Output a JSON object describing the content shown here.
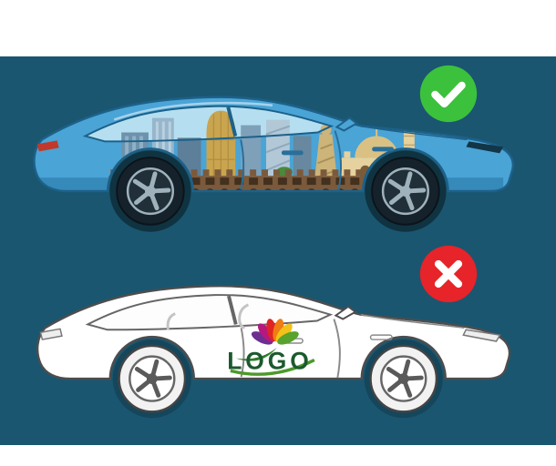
{
  "panel": {
    "background_color": "#1a5670"
  },
  "approved_example": {
    "name": "car-with-full-city-artwork-wrap",
    "status_icon": "check-icon",
    "status_color": "#3cc13c",
    "car_color": "#4aa4d6",
    "car_outline_color": "#1d6189",
    "artwork": "city-skyline-and-fort-wrap"
  },
  "rejected_example": {
    "name": "plain-white-car-with-logo-decal",
    "status_icon": "cross-icon",
    "status_color": "#e62429",
    "car_color": "#ffffff",
    "car_outline_color": "#4d4d4d",
    "logo": {
      "text": "LOGO",
      "text_color": "#1b5a2e"
    }
  }
}
